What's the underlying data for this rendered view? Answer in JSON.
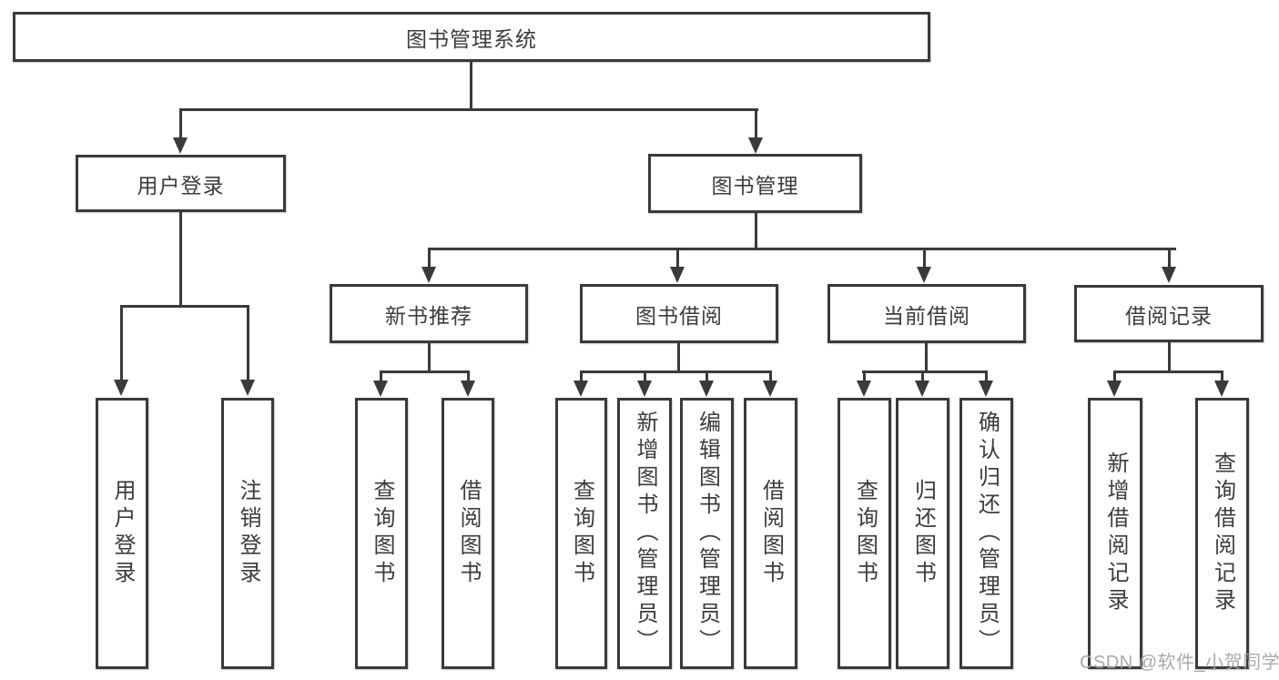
{
  "tree": {
    "label": "图书管理系统",
    "children": [
      {
        "label": "用户登录",
        "children": [
          {
            "label": "用户登录"
          },
          {
            "label": "注销登录"
          }
        ]
      },
      {
        "label": "图书管理",
        "children": [
          {
            "label": "新书推荐",
            "children": [
              {
                "label": "查询图书"
              },
              {
                "label": "借阅图书"
              }
            ]
          },
          {
            "label": "图书借阅",
            "children": [
              {
                "label": "查询图书"
              },
              {
                "label": "新增图书（管理员）"
              },
              {
                "label": "编辑图书（管理员）"
              },
              {
                "label": "借阅图书"
              }
            ]
          },
          {
            "label": "当前借阅",
            "children": [
              {
                "label": "查询图书"
              },
              {
                "label": "归还图书"
              },
              {
                "label": "确认归还（管理员）"
              }
            ]
          },
          {
            "label": "借阅记录",
            "children": [
              {
                "label": "新增借阅记录"
              },
              {
                "label": "查询借阅记录"
              }
            ]
          }
        ]
      }
    ]
  },
  "watermark": {
    "text": "CSDN @软件_小贺同学"
  },
  "colors": {
    "line": "#3a3a3a",
    "text": "#3c3c3c",
    "box_background": "#ffffff",
    "watermark": "#a5a5a5"
  }
}
